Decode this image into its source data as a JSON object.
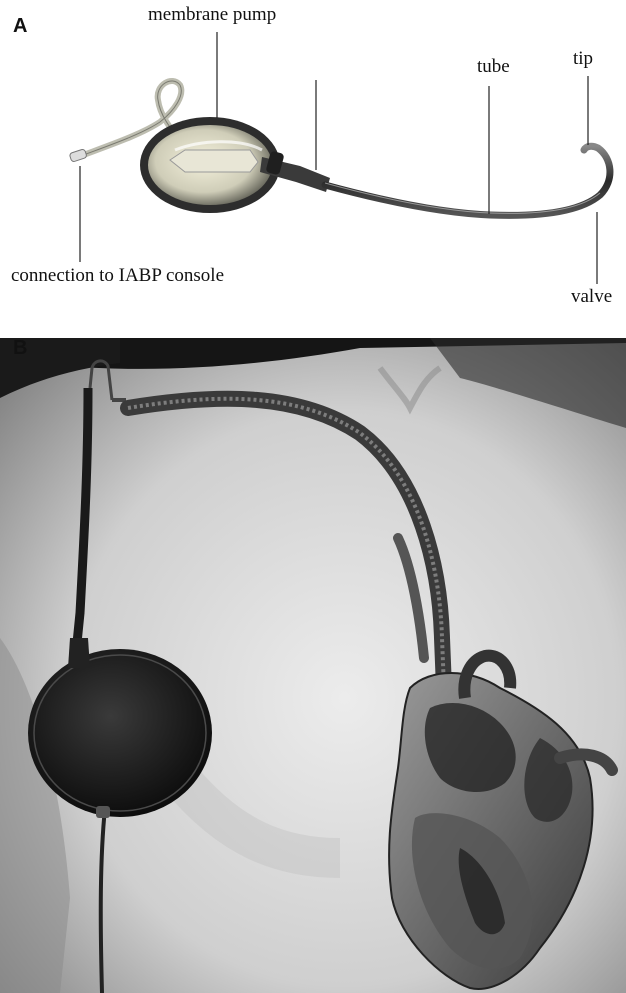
{
  "panel_a": {
    "letter": "A",
    "labels": {
      "membrane_pump": "membrane pump",
      "tube": "tube",
      "tip": "tip",
      "connection": "connection to IABP console",
      "valve": "valve"
    }
  },
  "panel_b": {
    "letter": "B"
  }
}
